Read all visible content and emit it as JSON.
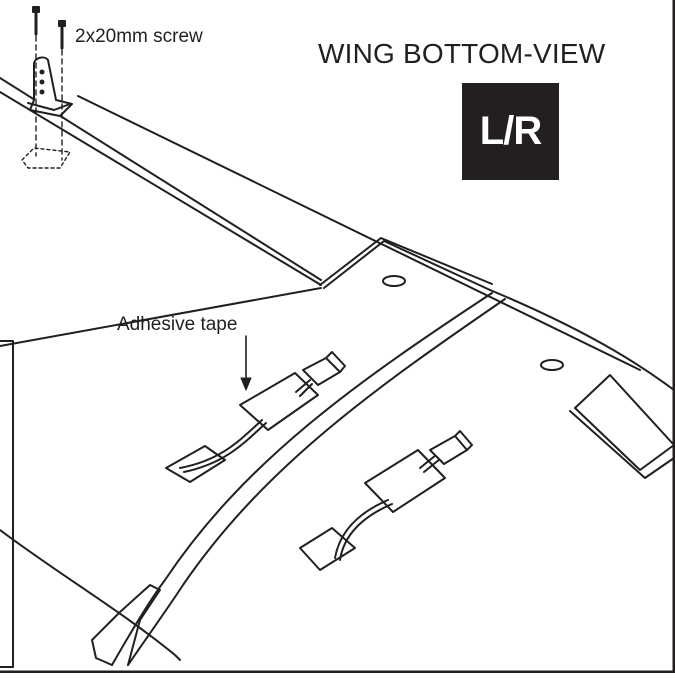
{
  "diagram": {
    "view_title": "WING BOTTOM-VIEW",
    "side_badge": "L/R",
    "screw_label": "2x20mm screw",
    "tape_label": "Adhesive tape"
  },
  "colors": {
    "ink": "#231f20",
    "background": "#ffffff"
  }
}
